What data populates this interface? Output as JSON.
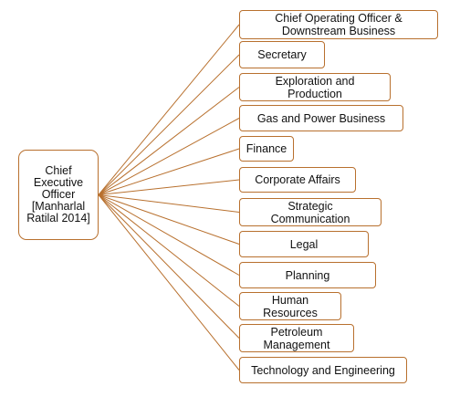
{
  "org_chart": {
    "ceo": {
      "label": "Chief\nExecutive\nOfficer\n[Manharlal\nRatilal 2014]"
    },
    "departments": [
      {
        "id": "coo",
        "label": "Chief Operating Officer &\nDownstream Business"
      },
      {
        "id": "secretary",
        "label": "Secretary"
      },
      {
        "id": "exploration",
        "label": "Exploration and\nProduction"
      },
      {
        "id": "gas-power",
        "label": "Gas and Power Business"
      },
      {
        "id": "finance",
        "label": "Finance"
      },
      {
        "id": "corporate-affairs",
        "label": "Corporate Affairs"
      },
      {
        "id": "strategic-communication",
        "label": "Strategic\nCommunication"
      },
      {
        "id": "legal",
        "label": "Legal"
      },
      {
        "id": "planning",
        "label": "Planning"
      },
      {
        "id": "human-resources",
        "label": "Human\nResources"
      },
      {
        "id": "petroleum-management",
        "label": "Petroleum\nManagement"
      },
      {
        "id": "technology-engineering",
        "label": "Technology and Engineering"
      }
    ]
  },
  "colors": {
    "connector": "#b8702e",
    "border": "#b8702e",
    "text": "#111111"
  }
}
